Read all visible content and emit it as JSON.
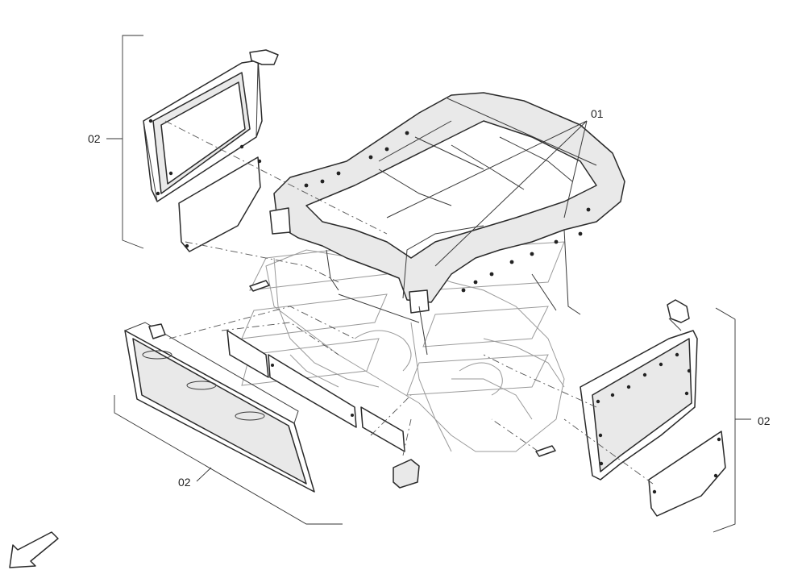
{
  "callouts": {
    "label_01": "01",
    "label_02_top_left": "02",
    "label_02_right": "02",
    "label_02_bottom": "02"
  },
  "icons": {
    "direction_arrow": "arrow-down-left-icon"
  }
}
